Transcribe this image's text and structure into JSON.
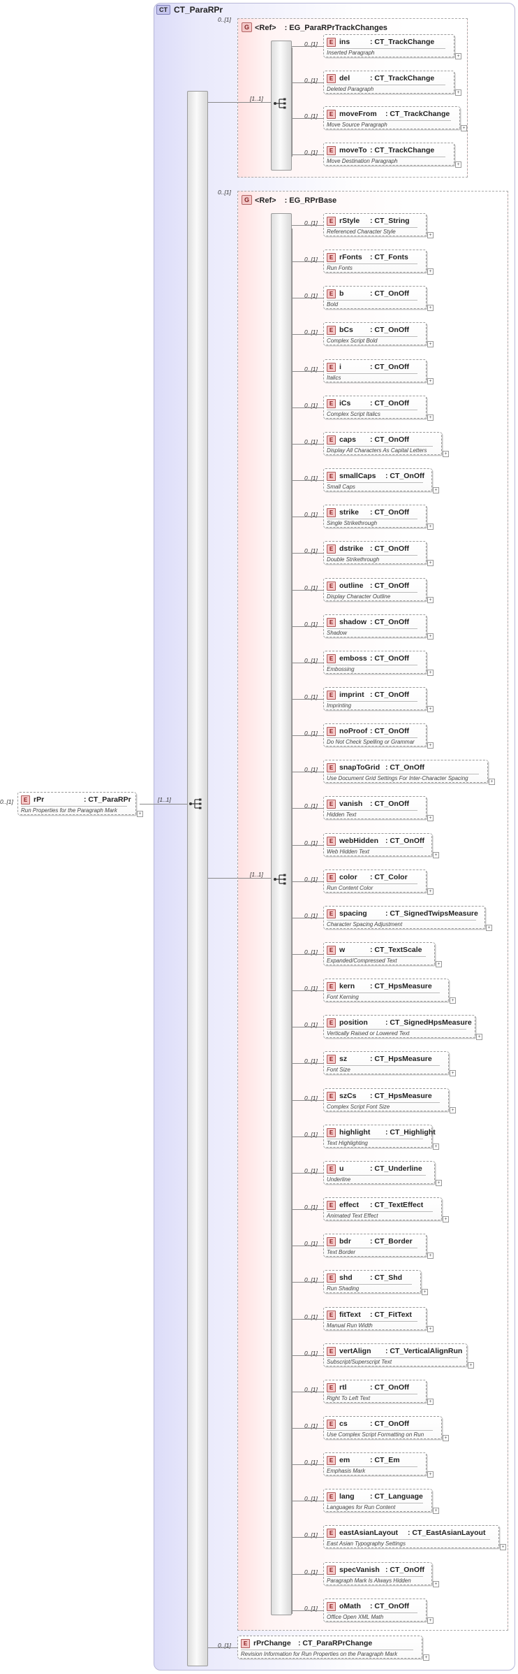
{
  "complex_type": {
    "badge": "CT",
    "name": "CT_ParaRPr"
  },
  "root": {
    "badge": "E",
    "multiplicity": "0..[1]",
    "name": "rPr",
    "type": ": CT_ParaRPr",
    "description": "Run Properties for the Paragraph Mark"
  },
  "outer_sequence": {
    "multiplicity": "[1..1]"
  },
  "group_track": {
    "badge": "G",
    "ref": "<Ref>",
    "name": ": EG_ParaRPrTrackChanges",
    "multiplicity": "0..[1]",
    "sequence_multiplicity": "[1..1]",
    "elements": [
      {
        "name": "ins",
        "type": ": CT_TrackChange",
        "description": "Inserted Paragraph",
        "multiplicity": "0..[1]"
      },
      {
        "name": "del",
        "type": ": CT_TrackChange",
        "description": "Deleted Paragraph",
        "multiplicity": "0..[1]"
      },
      {
        "name": "moveFrom",
        "type": ": CT_TrackChange",
        "description": "Move Source Paragraph",
        "multiplicity": "0..[1]"
      },
      {
        "name": "moveTo",
        "type": ": CT_TrackChange",
        "description": "Move Destination Paragraph",
        "multiplicity": "0..[1]"
      }
    ]
  },
  "group_base": {
    "badge": "G",
    "ref": "<Ref>",
    "name": ": EG_RPrBase",
    "multiplicity": "0..[1]",
    "sequence_multiplicity": "[1..1]",
    "elements": [
      {
        "name": "rStyle",
        "type": ": CT_String",
        "description": "Referenced Character Style",
        "multiplicity": "0..[1]"
      },
      {
        "name": "rFonts",
        "type": ": CT_Fonts",
        "description": "Run Fonts",
        "multiplicity": "0..[1]"
      },
      {
        "name": "b",
        "type": ": CT_OnOff",
        "description": "Bold",
        "multiplicity": "0..[1]"
      },
      {
        "name": "bCs",
        "type": ": CT_OnOff",
        "description": "Complex Script Bold",
        "multiplicity": "0..[1]"
      },
      {
        "name": "i",
        "type": ": CT_OnOff",
        "description": "Italics",
        "multiplicity": "0..[1]"
      },
      {
        "name": "iCs",
        "type": ": CT_OnOff",
        "description": "Complex Script Italics",
        "multiplicity": "0..[1]"
      },
      {
        "name": "caps",
        "type": ": CT_OnOff",
        "description": "Display All Characters As Capital Letters",
        "multiplicity": "0..[1]"
      },
      {
        "name": "smallCaps",
        "type": ": CT_OnOff",
        "description": "Small Caps",
        "multiplicity": "0..[1]"
      },
      {
        "name": "strike",
        "type": ": CT_OnOff",
        "description": "Single Strikethrough",
        "multiplicity": "0..[1]"
      },
      {
        "name": "dstrike",
        "type": ": CT_OnOff",
        "description": "Double Strikethrough",
        "multiplicity": "0..[1]"
      },
      {
        "name": "outline",
        "type": ": CT_OnOff",
        "description": "Display Character Outline",
        "multiplicity": "0..[1]"
      },
      {
        "name": "shadow",
        "type": ": CT_OnOff",
        "description": "Shadow",
        "multiplicity": "0..[1]"
      },
      {
        "name": "emboss",
        "type": ": CT_OnOff",
        "description": "Embossing",
        "multiplicity": "0..[1]"
      },
      {
        "name": "imprint",
        "type": ": CT_OnOff",
        "description": "Imprinting",
        "multiplicity": "0..[1]"
      },
      {
        "name": "noProof",
        "type": ": CT_OnOff",
        "description": "Do Not Check Spelling or Grammar",
        "multiplicity": "0..[1]"
      },
      {
        "name": "snapToGrid",
        "type": ": CT_OnOff",
        "description": "Use Document Grid Settings For Inter-Character Spacing",
        "multiplicity": "0..[1]"
      },
      {
        "name": "vanish",
        "type": ": CT_OnOff",
        "description": "Hidden Text",
        "multiplicity": "0..[1]"
      },
      {
        "name": "webHidden",
        "type": ": CT_OnOff",
        "description": "Web Hidden Text",
        "multiplicity": "0..[1]"
      },
      {
        "name": "color",
        "type": ": CT_Color",
        "description": "Run Content Color",
        "multiplicity": "0..[1]"
      },
      {
        "name": "spacing",
        "type": ": CT_SignedTwipsMeasure",
        "description": "Character Spacing Adjustment",
        "multiplicity": "0..[1]"
      },
      {
        "name": "w",
        "type": ": CT_TextScale",
        "description": "Expanded/Compressed Text",
        "multiplicity": "0..[1]"
      },
      {
        "name": "kern",
        "type": ": CT_HpsMeasure",
        "description": "Font Kerning",
        "multiplicity": "0..[1]"
      },
      {
        "name": "position",
        "type": ": CT_SignedHpsMeasure",
        "description": "Vertically Raised or Lowered Text",
        "multiplicity": "0..[1]"
      },
      {
        "name": "sz",
        "type": ": CT_HpsMeasure",
        "description": "Font Size",
        "multiplicity": "0..[1]"
      },
      {
        "name": "szCs",
        "type": ": CT_HpsMeasure",
        "description": "Complex Script Font Size",
        "multiplicity": "0..[1]"
      },
      {
        "name": "highlight",
        "type": ": CT_Highlight",
        "description": "Text Highlighting",
        "multiplicity": "0..[1]"
      },
      {
        "name": "u",
        "type": ": CT_Underline",
        "description": "Underline",
        "multiplicity": "0..[1]"
      },
      {
        "name": "effect",
        "type": ": CT_TextEffect",
        "description": "Animated Text Effect",
        "multiplicity": "0..[1]"
      },
      {
        "name": "bdr",
        "type": ": CT_Border",
        "description": "Text Border",
        "multiplicity": "0..[1]"
      },
      {
        "name": "shd",
        "type": ": CT_Shd",
        "description": "Run Shading",
        "multiplicity": "0..[1]"
      },
      {
        "name": "fitText",
        "type": ": CT_FitText",
        "description": "Manual Run Width",
        "multiplicity": "0..[1]"
      },
      {
        "name": "vertAlign",
        "type": ": CT_VerticalAlignRun",
        "description": "Subscript/Superscript Text",
        "multiplicity": "0..[1]"
      },
      {
        "name": "rtl",
        "type": ": CT_OnOff",
        "description": "Right To Left Text",
        "multiplicity": "0..[1]"
      },
      {
        "name": "cs",
        "type": ": CT_OnOff",
        "description": "Use Complex Script Formatting on Run",
        "multiplicity": "0..[1]"
      },
      {
        "name": "em",
        "type": ": CT_Em",
        "description": "Emphasis Mark",
        "multiplicity": "0..[1]"
      },
      {
        "name": "lang",
        "type": ": CT_Language",
        "description": "Languages for Run Content",
        "multiplicity": "0..[1]"
      },
      {
        "name": "eastAsianLayout",
        "type": ": CT_EastAsianLayout",
        "description": "East Asian Typography Settings",
        "multiplicity": "0..[1]"
      },
      {
        "name": "specVanish",
        "type": ": CT_OnOff",
        "description": "Paragraph Mark Is Always Hidden",
        "multiplicity": "0..[1]"
      },
      {
        "name": "oMath",
        "type": ": CT_OnOff",
        "description": "Office Open XML Math",
        "multiplicity": "0..[1]"
      }
    ]
  },
  "rpr_change": {
    "badge": "E",
    "name": "rPrChange",
    "type": ": CT_ParaRPrChange",
    "description": "Revision Information for Run Properties on the Paragraph Mark",
    "multiplicity": "0..[1]"
  },
  "colors": {
    "complex_bg": "#dcdcf8",
    "group_bg": "#ffe0e0",
    "element_badge": "#f5c9c9",
    "line": "#8a8a8a"
  }
}
